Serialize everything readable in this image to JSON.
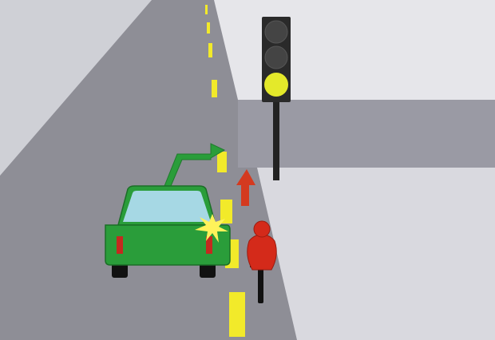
{
  "scene": {
    "traffic_light": {
      "active_lamp": "bottom",
      "active_color": "#e4e92a",
      "inactive_color": "#4a4a4a",
      "housing_color": "#2a2a2a"
    },
    "car": {
      "body_color": "#2a9d3a",
      "window_color": "#a6d8e4",
      "light_color": "#c42a1f",
      "turn_signal_color": "#fff25a"
    },
    "turn_arrow": {
      "direction": "right",
      "color": "#2a9d3a"
    },
    "cyclist": {
      "color": "#d42a1a"
    },
    "cyclist_arrow": {
      "direction": "up",
      "color": "#d43a1f"
    },
    "lane_marking_color": "#f2ea2a",
    "colors": {
      "road": "#8e8e96",
      "cross_road": "#9c9ca6",
      "sidewalk": "#d4d4da",
      "sidewalk_light": "#e2e2e8",
      "background_top": "#e8e8ec"
    }
  }
}
